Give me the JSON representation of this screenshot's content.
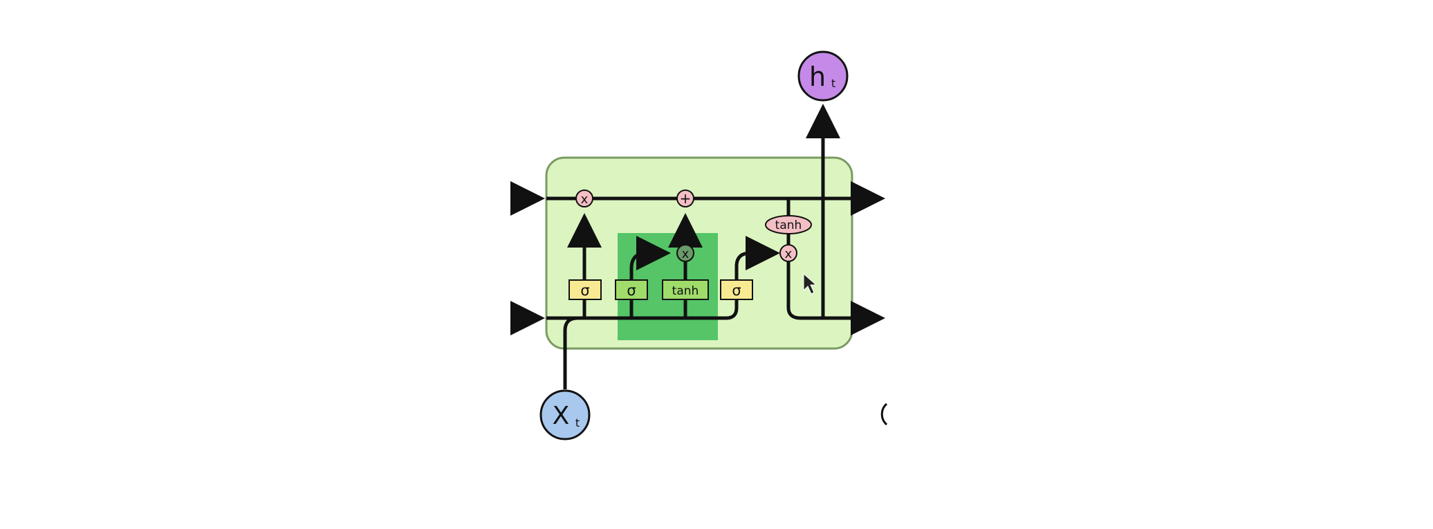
{
  "diagram": {
    "gates": {
      "forget_sigma": "σ",
      "input_sigma": "σ",
      "candidate_tanh": "tanh",
      "output_sigma": "σ",
      "cell_tanh": "tanh"
    },
    "pointwise": {
      "forget_multiply": "x",
      "cell_add": "+",
      "input_multiply": "x",
      "output_multiply": "x"
    },
    "input_node": {
      "main": "X",
      "sub": "t"
    },
    "output_node": {
      "main": "h",
      "sub": "t"
    },
    "colors": {
      "cell_fill": "#dcf5c0",
      "cell_border": "#7a9a62",
      "highlight": "#55c567",
      "sigma_fill": "#f8ea92",
      "tanh_box_fill": "#9fdc6a",
      "pointwise_fill": "#f4bfc4",
      "input_node_fill": "#a8c8ee",
      "output_node_fill": "#c58ae8",
      "line": "#111111"
    }
  }
}
